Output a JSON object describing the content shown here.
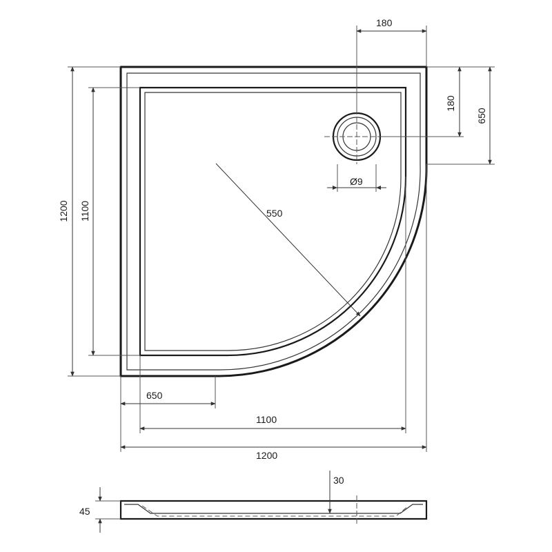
{
  "dimensions": {
    "top_width_offset": "180",
    "right_offset_short": "180",
    "right_offset_long": "650",
    "outer_height": "1200",
    "inner_height": "1100",
    "radius": "550",
    "drain_diameter": "Ø9",
    "bottom_offset": "650",
    "inner_width": "1100",
    "outer_width": "1200",
    "profile_height": "45",
    "profile_depth": "30"
  },
  "colors": {
    "line": "#1a1a1a",
    "background": "#ffffff"
  }
}
